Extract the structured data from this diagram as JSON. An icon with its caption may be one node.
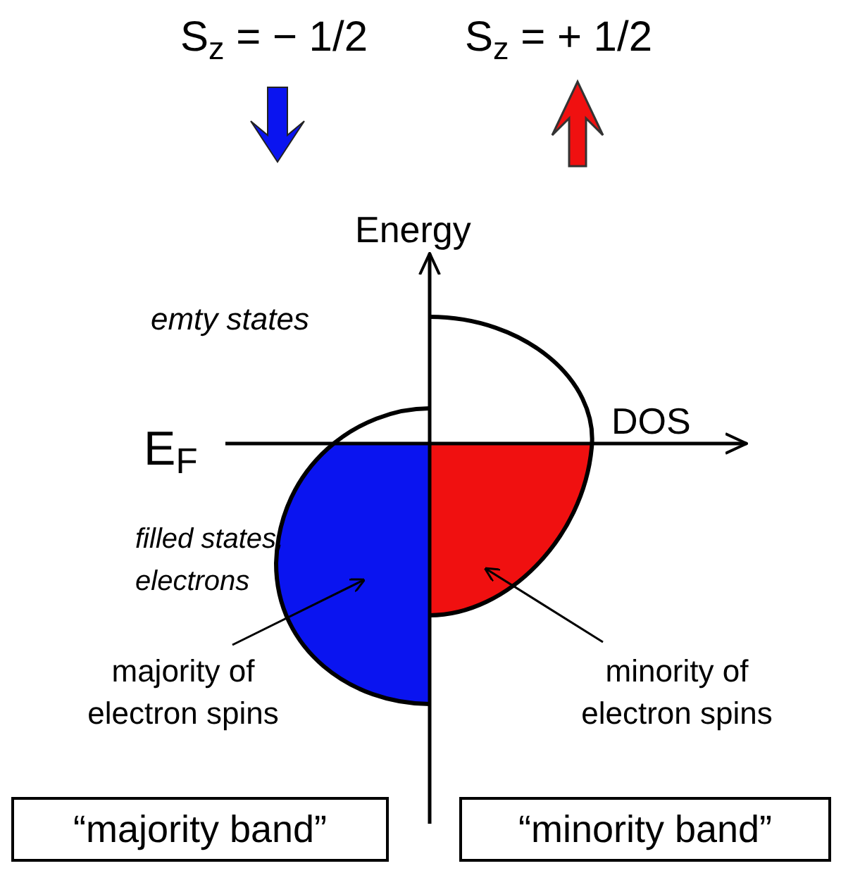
{
  "diagram": {
    "nodes": [
      {
        "text": [
          "majority of electron spins"
        ]
      },
      {
        "text": [],
        "shape": "region"
      },
      {
        "text": [
          "minority of electron spins"
        ]
      },
      {
        "text": [],
        "shape": "region"
      },
      {
        "text": [
          "“majority band”"
        ]
      },
      {
        "text": [
          "“minority band”"
        ]
      }
    ],
    "edges": [
      {
        "from": 0,
        "to": 1,
        "arrow": "to"
      },
      {
        "from": 2,
        "to": 3,
        "arrow": "to"
      }
    ],
    "labels": [
      "S$_{z}$ = − 1/2",
      "S$_{z}$ = + 1/2",
      "Energy",
      "emty states",
      "DOS",
      "E$_{F}$",
      "filled states, electrons"
    ]
  }
}
